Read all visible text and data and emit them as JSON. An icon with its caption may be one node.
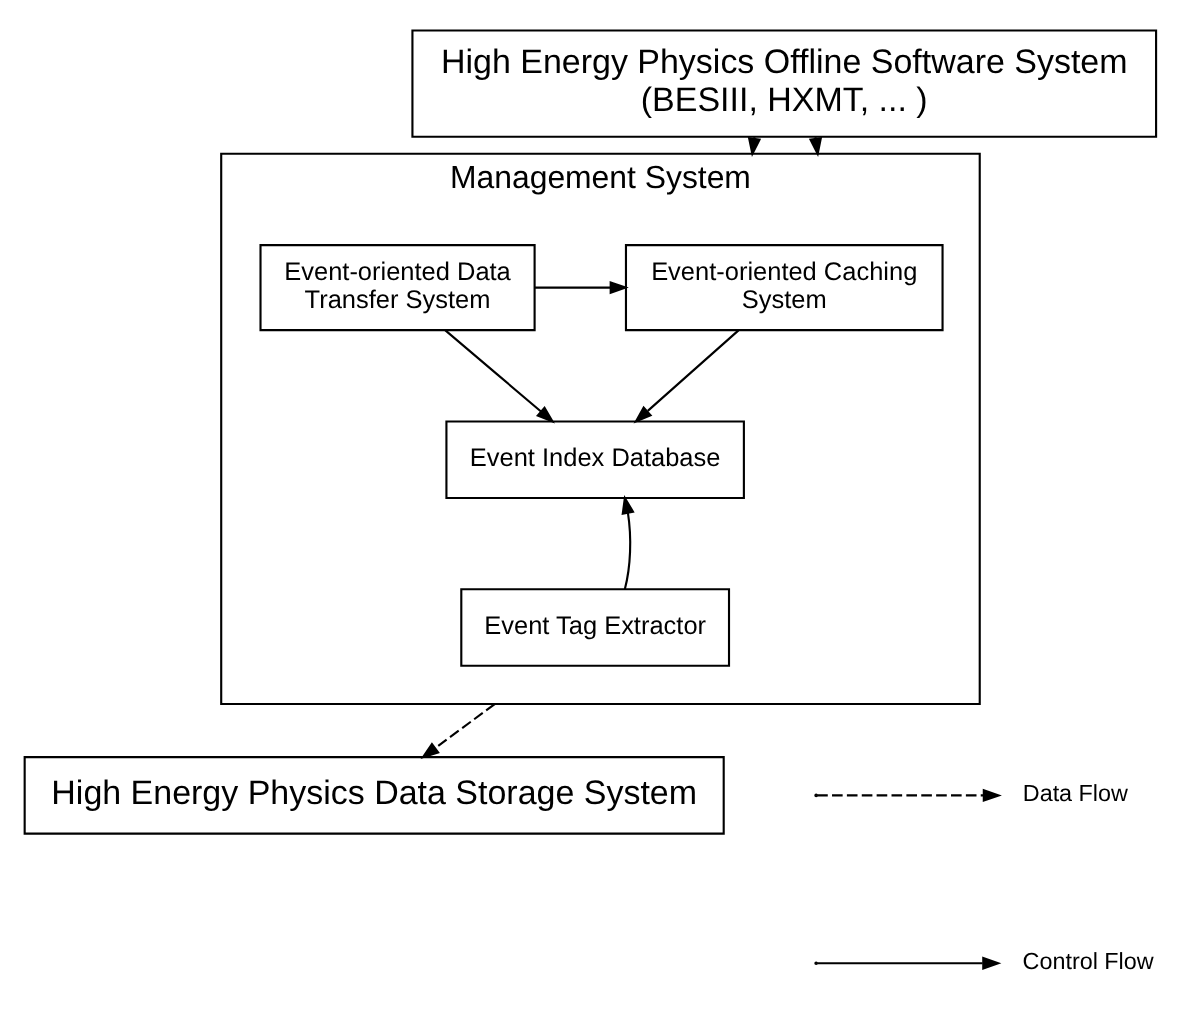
{
  "diagram": {
    "nodes": [
      {
        "text": [
          "High Energy Physics Offline Software System (BESIII, HXMT, ... )"
        ]
      },
      {
        "text": [
          "Management System"
        ]
      },
      {
        "text": [
          "Event-oriented Caching System"
        ],
        "in": 1
      },
      {
        "text": [
          "Event-oriented Data Transfer System"
        ],
        "in": 1
      },
      {
        "text": [
          "Event Index Database"
        ],
        "in": 1
      },
      {
        "text": [
          "Event Tag Extractor"
        ],
        "in": 1
      },
      {
        "text": [
          "High Energy Physics Data Storage System"
        ]
      }
    ],
    "edges": [
      {
        "from": 0,
        "to": 1,
        "arrow": "to"
      },
      {
        "from": 0,
        "to": 1,
        "arrow": "to",
        "style": "dashed"
      },
      {
        "from": 3,
        "to": 2,
        "arrow": "to"
      },
      {
        "from": 2,
        "to": 4,
        "arrow": "to"
      },
      {
        "from": 3,
        "to": 4,
        "arrow": "to"
      },
      {
        "from": 5,
        "to": 4,
        "arrow": "to"
      },
      {
        "from": 1,
        "to": 6,
        "arrow": "to",
        "style": "dashed"
      }
    ],
    "legend": [
      {
        "text": "Data Flow"
      },
      {
        "text": "Control Flow"
      }
    ]
  }
}
